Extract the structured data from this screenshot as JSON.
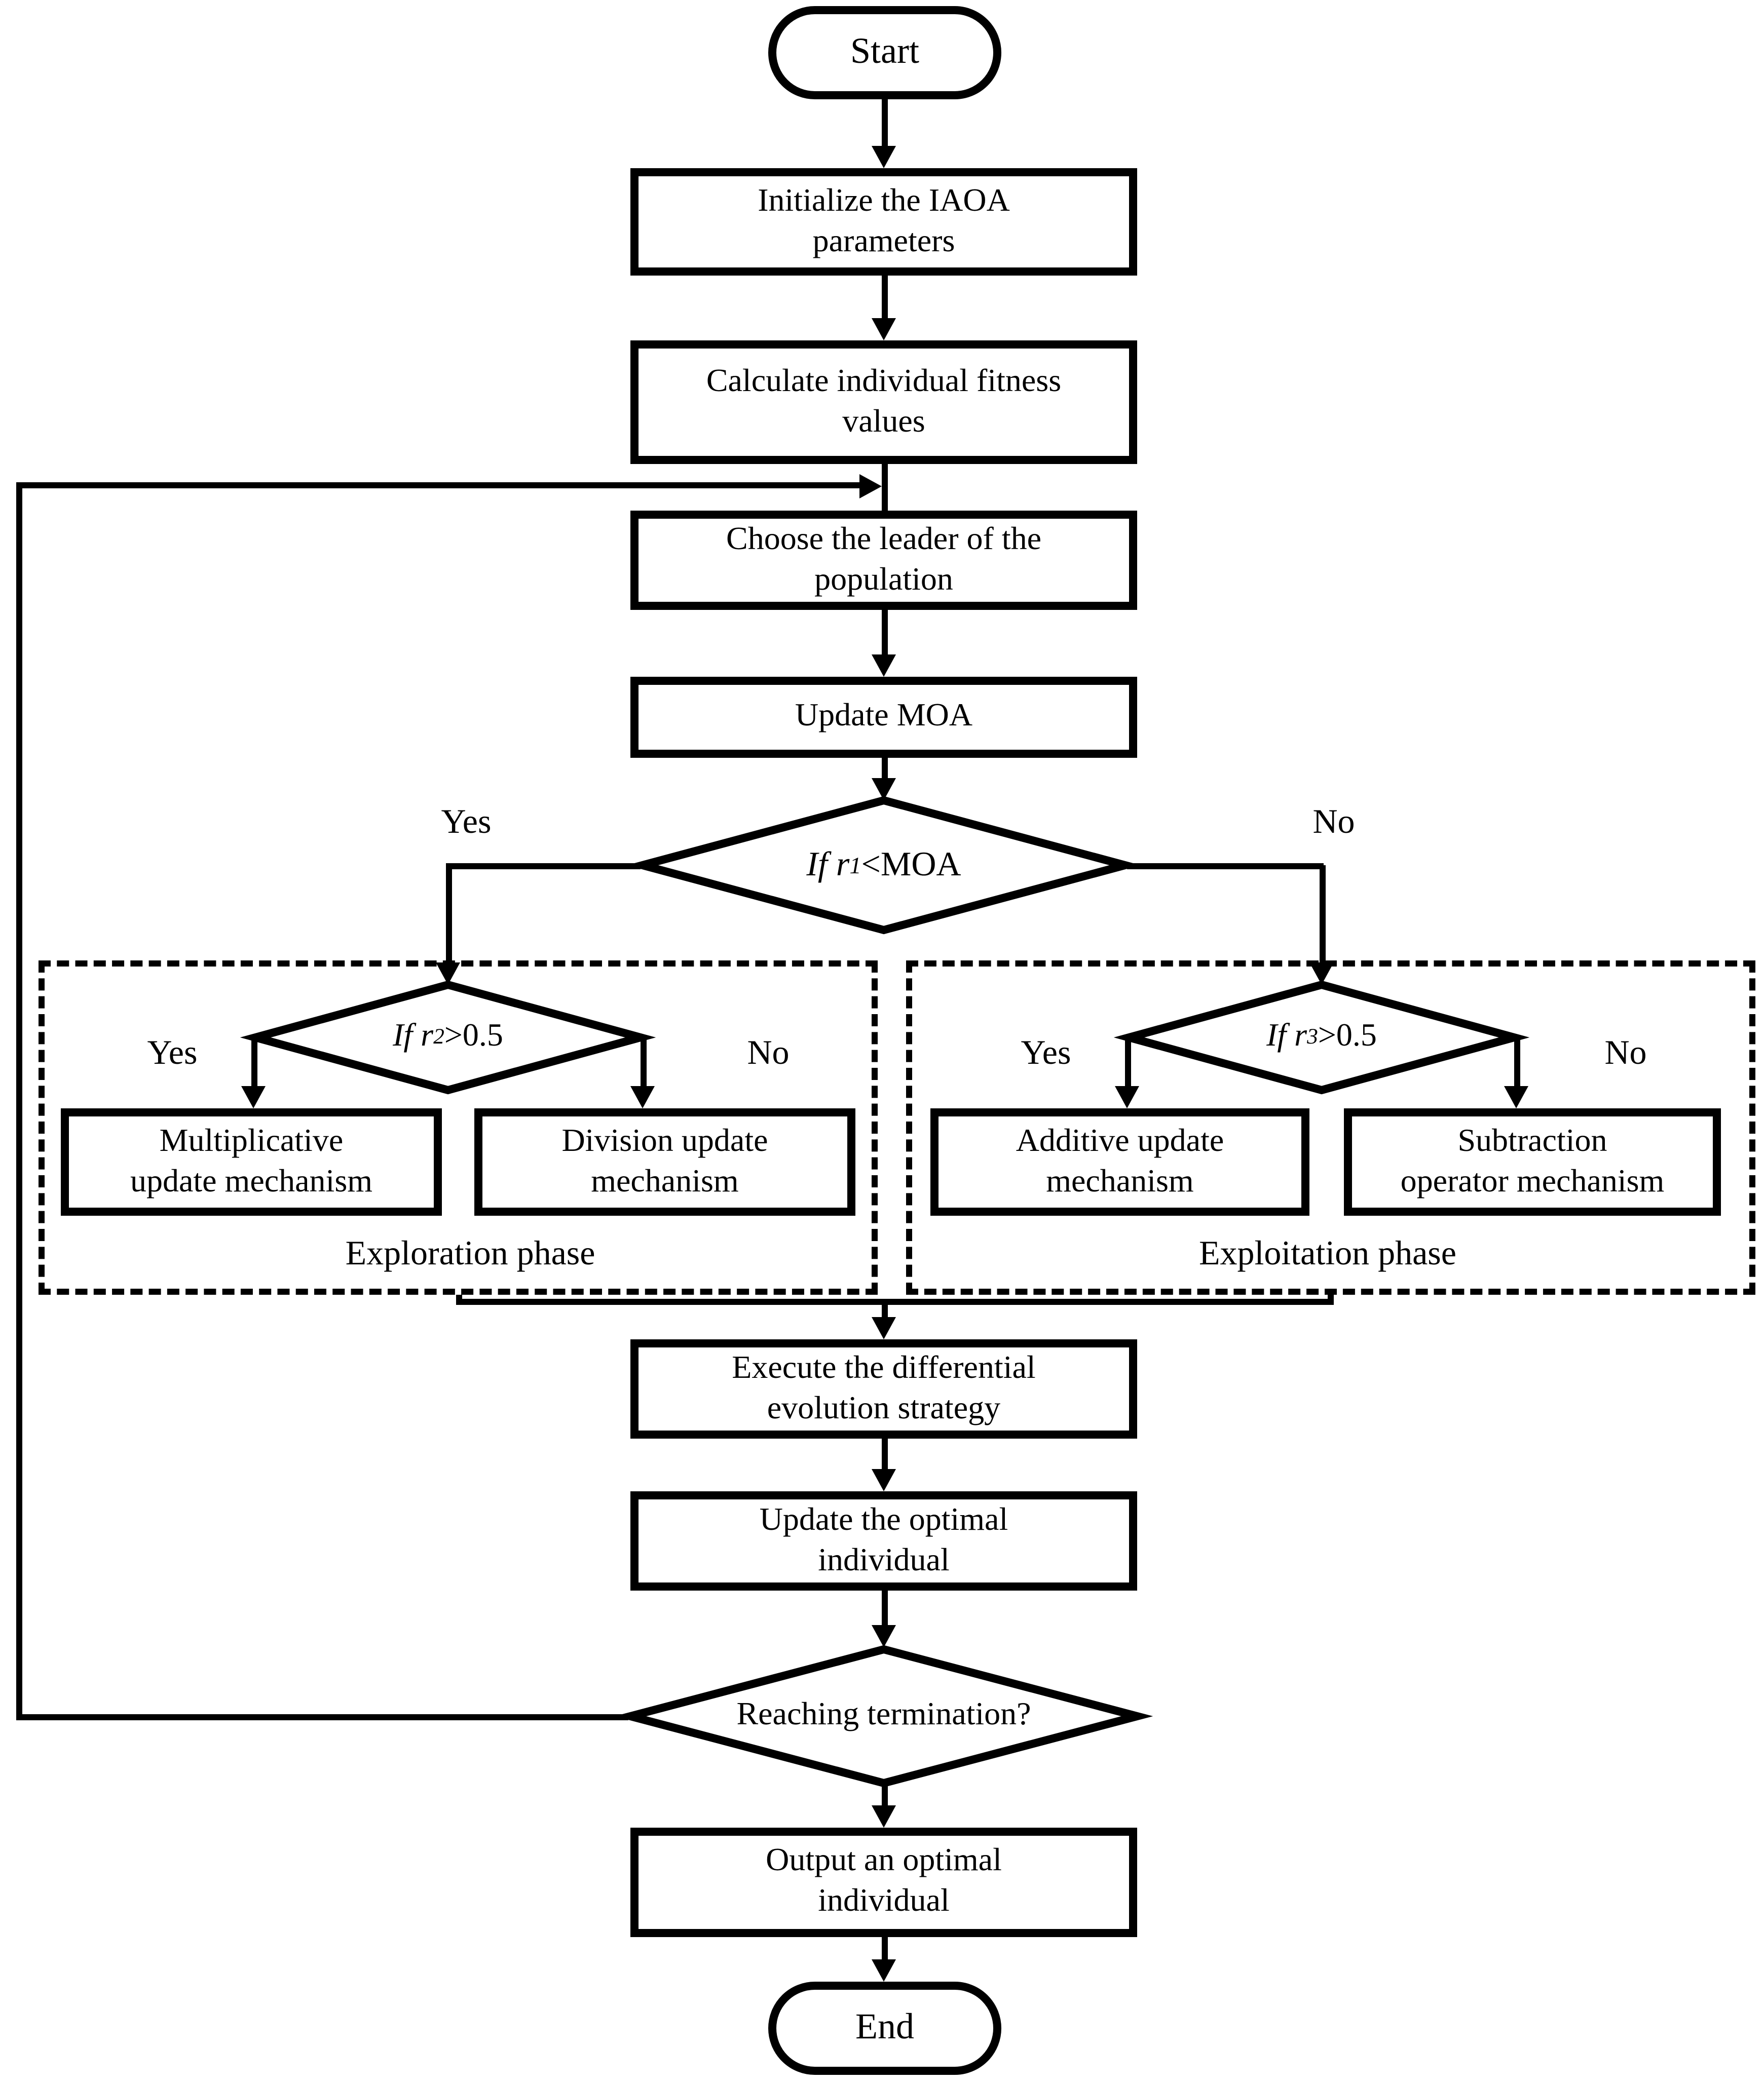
{
  "nodes": {
    "start": "Start",
    "initialize": "Initialize the IAOA\nparameters",
    "calculate": "Calculate individual fitness\nvalues",
    "choose": "Choose the leader of the\npopulation",
    "update_moa": "Update MOA",
    "execute_de": "Execute the differential\nevolution strategy",
    "update_optimal": "Update the optimal\nindividual",
    "termination": "Reaching termination?",
    "output": "Output an optimal\nindividual",
    "end": "End"
  },
  "decisions": {
    "r1": {
      "prefix": "If r",
      "sub": "1",
      "suffix": "<MOA"
    },
    "r2": {
      "prefix": "If r",
      "sub": "2",
      "suffix": ">0.5"
    },
    "r3": {
      "prefix": "If r",
      "sub": "3",
      "suffix": ">0.5"
    }
  },
  "branches": {
    "r1_yes": "Yes",
    "r1_no": "No",
    "r2_yes": "Yes",
    "r2_no": "No",
    "r3_yes": "Yes",
    "r3_no": "No"
  },
  "mechanisms": {
    "multiplicative": "Multiplicative\nupdate mechanism",
    "division": "Division update\nmechanism",
    "additive": "Additive update\nmechanism",
    "subtraction": "Subtraction\noperator mechanism"
  },
  "phases": {
    "exploration": "Exploration phase",
    "exploitation": "Exploitation phase"
  },
  "colors": {
    "line": "#000000",
    "background": "#ffffff"
  }
}
